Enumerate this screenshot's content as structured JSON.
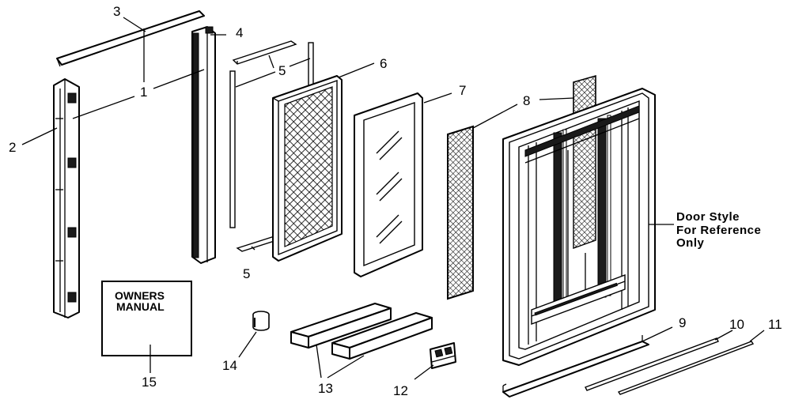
{
  "callouts": {
    "c1": "1",
    "c2": "2",
    "c3": "3",
    "c4": "4",
    "c5a": "5",
    "c5b": "5",
    "c6": "6",
    "c7": "7",
    "c8": "8",
    "c9": "9",
    "c10": "10",
    "c11": "11",
    "c12": "12",
    "c13": "13",
    "c14": "14",
    "c15": "15"
  },
  "manual": {
    "line1": "OWNERS",
    "line2": "MANUAL"
  },
  "door_note": {
    "line1": "Door Style",
    "line2": "For Reference",
    "line3": "Only"
  }
}
